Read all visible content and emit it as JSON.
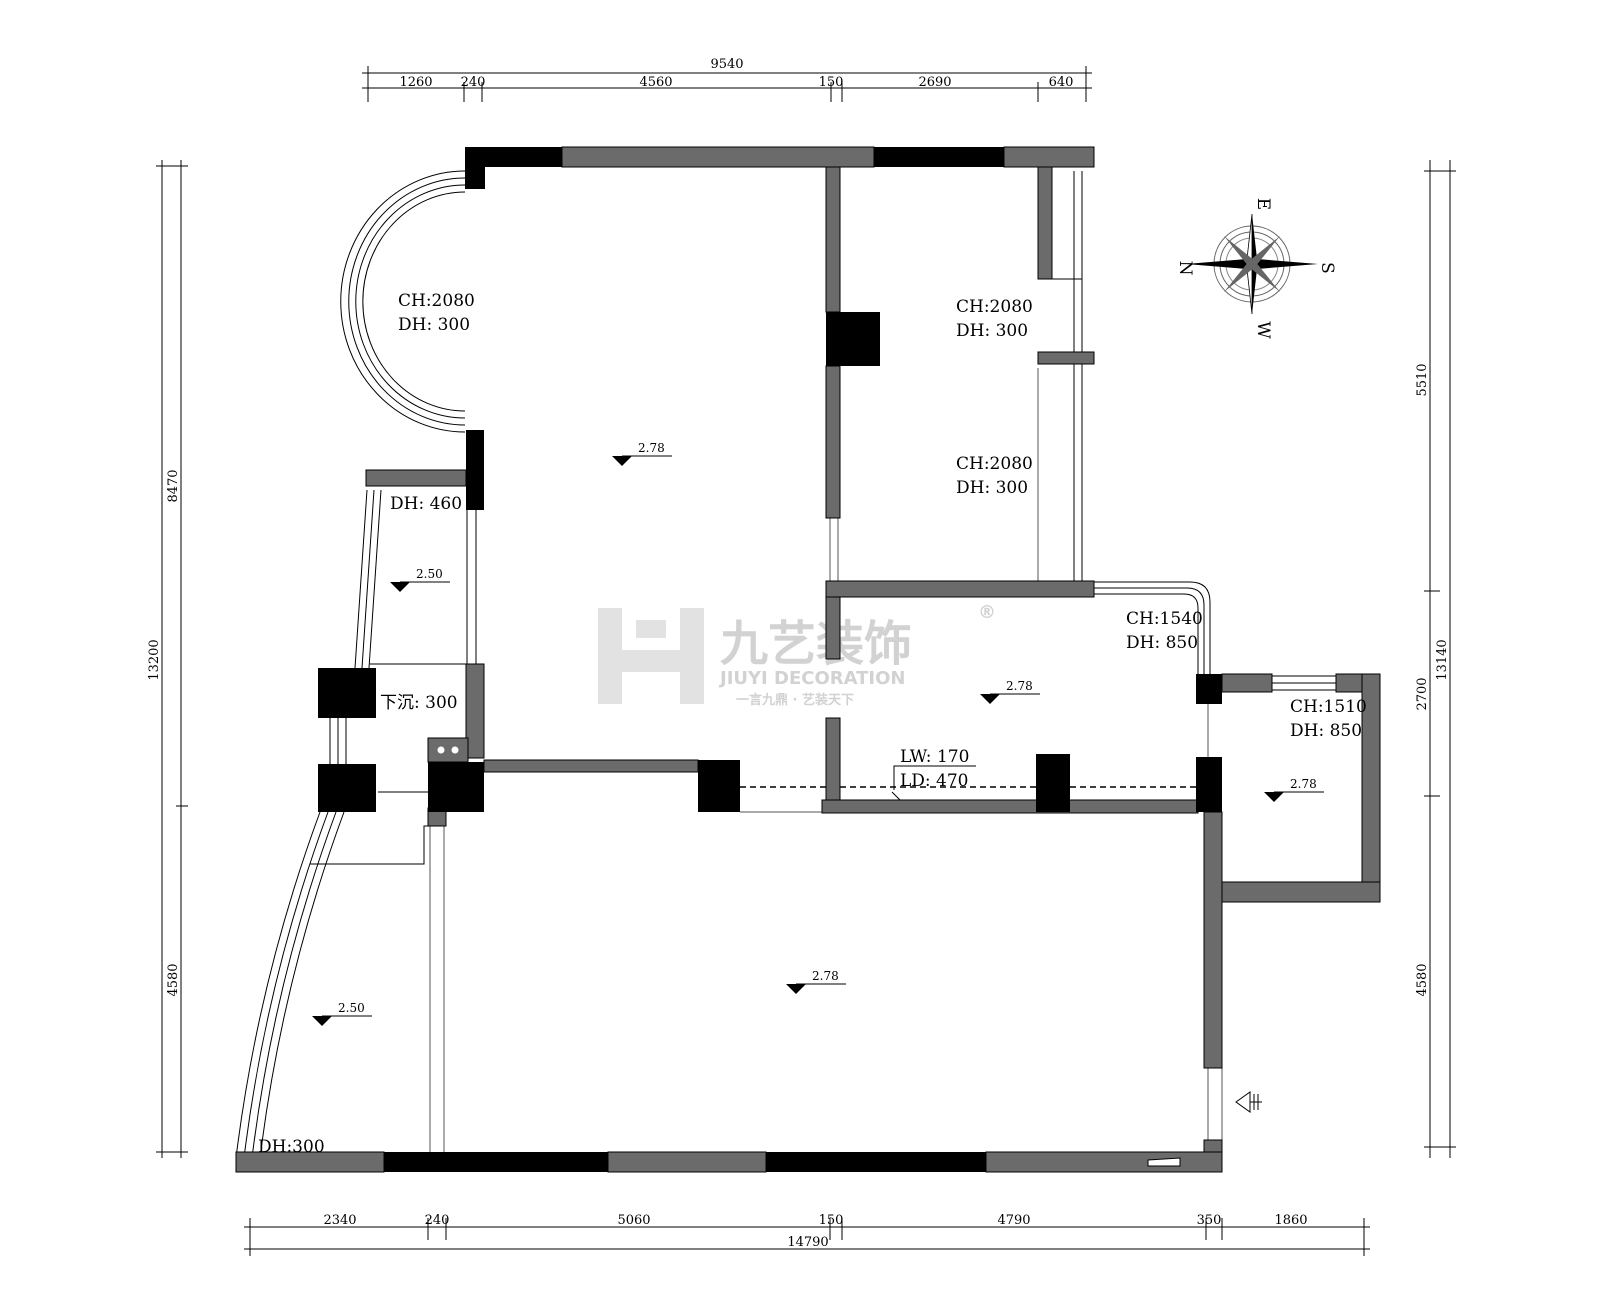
{
  "dimensions": {
    "top_total": "9540",
    "top_segments": [
      "1260",
      "240",
      "4560",
      "150",
      "2690",
      "640"
    ],
    "bottom_segments": [
      "2340",
      "240",
      "5060",
      "150",
      "4790",
      "350",
      "1860"
    ],
    "bottom_total": "14790",
    "left_outer": "13200",
    "left_upper": "8470",
    "left_lower": "4580",
    "right_outer": "13140",
    "right_upper": "5510",
    "right_middle": "2700",
    "right_lower": "4580"
  },
  "labels": {
    "ch_left": "CH:2080",
    "dh_left": "DH: 300",
    "ch_right_top": "CH:2080",
    "dh_right_top": "DH: 300",
    "ch_right_mid": "CH:2080",
    "dh_right_mid": "DH: 300",
    "dh_460": "DH: 460",
    "sink_label": "下沉: 300",
    "ch_1540": "CH:1540",
    "dh_850_a": "DH: 850",
    "ch_1510": "CH:1510",
    "dh_850_b": "DH: 850",
    "lw": "LW: 170",
    "ld": "LD: 470",
    "dh_300_bottom": "DH:300"
  },
  "levels": {
    "main": "2.78",
    "left_balcony": "2.50",
    "middle_room": "2.78",
    "right_room": "2.78",
    "living": "2.78",
    "bottom_left": "2.50"
  },
  "compass": {
    "n": "N",
    "s": "S",
    "e": "E",
    "w": "W"
  },
  "watermark": {
    "name": "九艺装饰",
    "registered": "®",
    "english": "JIUYI DECORATION",
    "slogan": "一言九鼎 · 艺装天下"
  },
  "colors": {
    "wall_grey": "#6b6b6b",
    "wall_black": "#000000",
    "watermark": "#d2d2d2"
  }
}
